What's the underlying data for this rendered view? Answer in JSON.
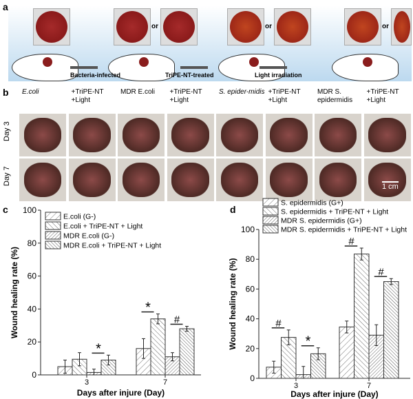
{
  "panel_labels": {
    "a": "a",
    "b": "b",
    "c": "c",
    "d": "d"
  },
  "scheme": {
    "steps": [
      "Bacteria-infected",
      "TriPE-NT-treated",
      "Light irradiation"
    ],
    "or": "or"
  },
  "photos": {
    "columns": [
      "E.coli",
      "+TriPE-NT +Light",
      "MDR E.coli",
      "+TriPE-NT +Light",
      "S. epider-midis",
      "+TriPE-NT +Light",
      "MDR S. epidermidis",
      "+TriPE-NT +Light"
    ],
    "rows": [
      "Day 3",
      "Day 7"
    ],
    "scale_bar": "1 cm"
  },
  "chart_data": [
    {
      "type": "bar",
      "panel": "c",
      "xlabel": "Days after injure (Day)",
      "ylabel": "Wound healing rate (%)",
      "ylim": [
        0,
        100
      ],
      "yticks": [
        "0",
        "20",
        "40",
        "60",
        "80",
        "100"
      ],
      "categories": [
        "3",
        "7"
      ],
      "series": [
        {
          "name": "E.coli (G-)",
          "values": [
            5,
            16
          ],
          "errors": [
            4,
            6
          ]
        },
        {
          "name": "E.coli + TriPE-NT + Light",
          "values": [
            9.5,
            34
          ],
          "errors": [
            4,
            3
          ]
        },
        {
          "name": "MDR E.coli (G-)",
          "values": [
            1.5,
            11
          ],
          "errors": [
            2,
            2.5
          ]
        },
        {
          "name": "MDR E.coli + TriPE-NT + Light",
          "values": [
            9,
            28
          ],
          "errors": [
            3,
            1.5
          ]
        }
      ],
      "annotations": [
        {
          "text": "*",
          "category": "3",
          "pair": [
            3,
            4
          ]
        },
        {
          "text": "*",
          "category": "7",
          "pair": [
            1,
            2
          ]
        },
        {
          "text": "#",
          "category": "7",
          "pair": [
            3,
            4
          ]
        }
      ],
      "legend": "top-left"
    },
    {
      "type": "bar",
      "panel": "d",
      "xlabel": "Days after injure (Day)",
      "ylabel": "Wound healing rate (%)",
      "ylim": [
        0,
        100
      ],
      "yticks": [
        "0",
        "20",
        "40",
        "60",
        "80",
        "100"
      ],
      "categories": [
        "3",
        "7"
      ],
      "series": [
        {
          "name": "S. epidermidis (G+)",
          "values": [
            7.5,
            34.5
          ],
          "errors": [
            4,
            4
          ]
        },
        {
          "name": "S. epidermidis + TriPE-NT + Light",
          "values": [
            27.5,
            83.5
          ],
          "errors": [
            5,
            4
          ]
        },
        {
          "name": "MDR S. epidermidis (G+)",
          "values": [
            2.5,
            29
          ],
          "errors": [
            5.5,
            7
          ]
        },
        {
          "name": "MDR S. epidermidis + TriPE-NT + Light",
          "values": [
            16.5,
            65
          ],
          "errors": [
            4,
            2
          ]
        }
      ],
      "annotations": [
        {
          "text": "#",
          "category": "3",
          "pair": [
            1,
            2
          ]
        },
        {
          "text": "*",
          "category": "3",
          "pair": [
            3,
            4
          ]
        },
        {
          "text": "#",
          "category": "7",
          "pair": [
            1,
            2
          ]
        },
        {
          "text": "#",
          "category": "7",
          "pair": [
            3,
            4
          ]
        }
      ],
      "legend": "top"
    }
  ]
}
